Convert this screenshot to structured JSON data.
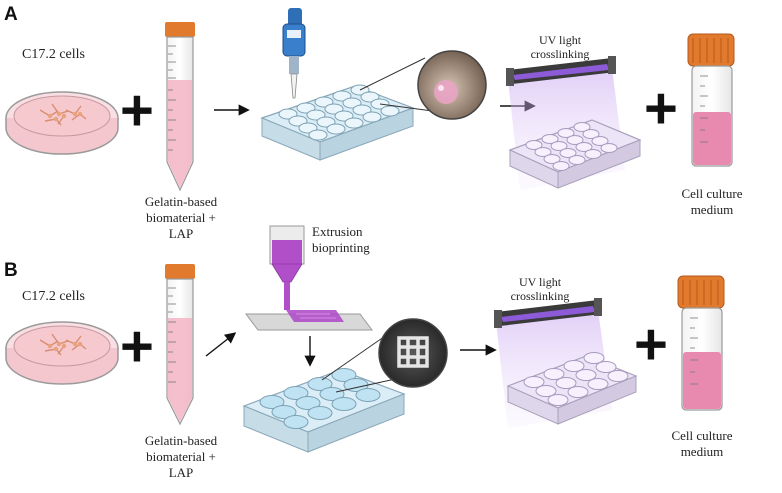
{
  "panels": [
    {
      "letter": "A",
      "cells_label": "C17.2 cells",
      "tube_label": [
        "Gelatin-based",
        "biomaterial +",
        "LAP"
      ],
      "uv_label": [
        "UV light",
        "crosslinking"
      ],
      "medium_label": [
        "Cell culture",
        "medium"
      ]
    },
    {
      "letter": "B",
      "cells_label": "C17.2 cells",
      "tube_label": [
        "Gelatin-based",
        "biomaterial +",
        "LAP"
      ],
      "extrusion_label": [
        "Extrusion",
        "bioprinting"
      ],
      "uv_label": [
        "UV light",
        "crosslinking"
      ],
      "medium_label": [
        "Cell culture",
        "medium"
      ]
    }
  ],
  "plus_symbol": "+",
  "colors": {
    "dish_fill": "#f6c9cf",
    "tube_cap": "#e27a2e",
    "tube_liquid": "#f4b4c4",
    "plate_blue": "#dbeef7",
    "uv_purple": "#8d5bd8",
    "bioink_purple": "#b04fc8",
    "medium_pink": "#e889b0",
    "pipette_blue": "#2e6fb8"
  },
  "icons": [
    "petri-dish-icon",
    "conical-tube-icon",
    "pipette-icon",
    "well-plate-icon",
    "magnifier-icon",
    "uv-lamp-icon",
    "bioprinter-nozzle-icon",
    "culture-tube-icon",
    "arrow-icon"
  ]
}
